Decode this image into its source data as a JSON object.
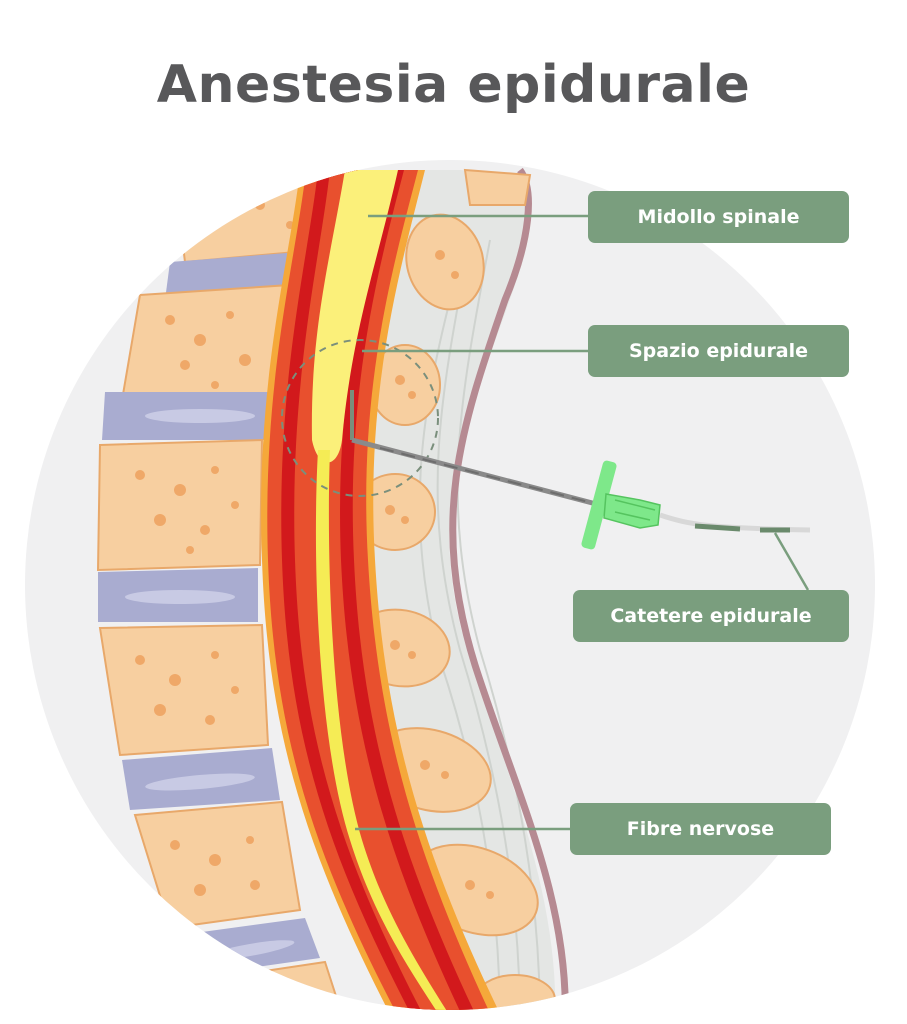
{
  "title": "Anestesia epidurale",
  "labels": {
    "spinal_cord": "Midollo spinale",
    "epidural_space": "Spazio epidurale",
    "epidural_catheter": "Catetere epidurale",
    "nerve_fibers": "Fibre nervose"
  },
  "colors": {
    "title": "#58585a",
    "label_bg": "#7a9e7e",
    "label_text": "#ffffff",
    "leader_line": "#7a9e7e",
    "background_circle": "#f0f0f1",
    "vertebra_body": "#f7cfa0",
    "vertebra_spots": "#efa868",
    "disc": "#a9acd0",
    "dura_outer": "#e8502e",
    "dura_inner": "#d2191c",
    "spinal_cord": "#fbf07a",
    "nerve_fibers": "#f5ec55",
    "epidural_fat": "#f5a83a",
    "ligament": "#e4e6e4",
    "skin": "#b68a92",
    "catheter": "#86aa88",
    "needle_hub": "#7ee88a",
    "needle_shaft": "#8a8a8a"
  },
  "icons": {
    "zoom_circle": "dashed-circle",
    "needle": "epidural-needle-icon"
  }
}
